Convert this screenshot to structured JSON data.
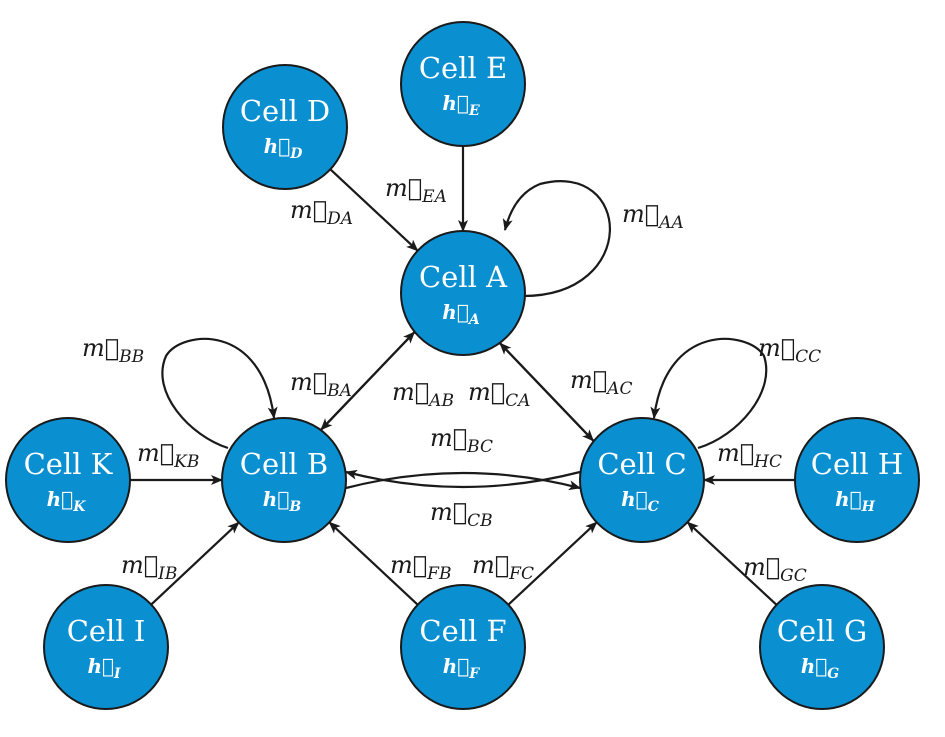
{
  "colors": {
    "node_fill": "#0a8fd0",
    "node_stroke": "#1a1a1a",
    "edge": "#1a1a1a",
    "node_text": "#ffffff"
  },
  "nodes": [
    {
      "id": "A",
      "title": "Cell A",
      "state": "h⃗",
      "state_sub": "A"
    },
    {
      "id": "B",
      "title": "Cell B",
      "state": "h⃗",
      "state_sub": "B"
    },
    {
      "id": "C",
      "title": "Cell C",
      "state": "h⃗",
      "state_sub": "C"
    },
    {
      "id": "D",
      "title": "Cell D",
      "state": "h⃗",
      "state_sub": "D"
    },
    {
      "id": "E",
      "title": "Cell E",
      "state": "h⃗",
      "state_sub": "E"
    },
    {
      "id": "F",
      "title": "Cell F",
      "state": "h⃗",
      "state_sub": "F"
    },
    {
      "id": "G",
      "title": "Cell G",
      "state": "h⃗",
      "state_sub": "G"
    },
    {
      "id": "H",
      "title": "Cell H",
      "state": "h⃗",
      "state_sub": "H"
    },
    {
      "id": "I",
      "title": "Cell I",
      "state": "h⃗",
      "state_sub": "I"
    },
    {
      "id": "K",
      "title": "Cell K",
      "state": "h⃗",
      "state_sub": "K"
    }
  ],
  "edges": [
    {
      "id": "DA",
      "from": "D",
      "to": "A",
      "label": "m⃗",
      "sub": "DA"
    },
    {
      "id": "EA",
      "from": "E",
      "to": "A",
      "label": "m⃗",
      "sub": "EA"
    },
    {
      "id": "AA",
      "from": "A",
      "to": "A",
      "label": "m⃗",
      "sub": "AA"
    },
    {
      "id": "BA",
      "from": "B",
      "to": "A",
      "label": "m⃗",
      "sub": "BA"
    },
    {
      "id": "AB",
      "from": "A",
      "to": "B",
      "label": "m⃗",
      "sub": "AB"
    },
    {
      "id": "CA",
      "from": "C",
      "to": "A",
      "label": "m⃗",
      "sub": "CA"
    },
    {
      "id": "AC",
      "from": "A",
      "to": "C",
      "label": "m⃗",
      "sub": "AC"
    },
    {
      "id": "BB",
      "from": "B",
      "to": "B",
      "label": "m⃗",
      "sub": "BB"
    },
    {
      "id": "CC",
      "from": "C",
      "to": "C",
      "label": "m⃗",
      "sub": "CC"
    },
    {
      "id": "BC",
      "from": "B",
      "to": "C",
      "label": "m⃗",
      "sub": "BC"
    },
    {
      "id": "CB",
      "from": "C",
      "to": "B",
      "label": "m⃗",
      "sub": "CB"
    },
    {
      "id": "KB",
      "from": "K",
      "to": "B",
      "label": "m⃗",
      "sub": "KB"
    },
    {
      "id": "HC",
      "from": "H",
      "to": "C",
      "label": "m⃗",
      "sub": "HC"
    },
    {
      "id": "IB",
      "from": "I",
      "to": "B",
      "label": "m⃗",
      "sub": "IB"
    },
    {
      "id": "FB",
      "from": "F",
      "to": "B",
      "label": "m⃗",
      "sub": "FB"
    },
    {
      "id": "FC",
      "from": "F",
      "to": "C",
      "label": "m⃗",
      "sub": "FC"
    },
    {
      "id": "GC",
      "from": "G",
      "to": "C",
      "label": "m⃗",
      "sub": "GC"
    }
  ]
}
